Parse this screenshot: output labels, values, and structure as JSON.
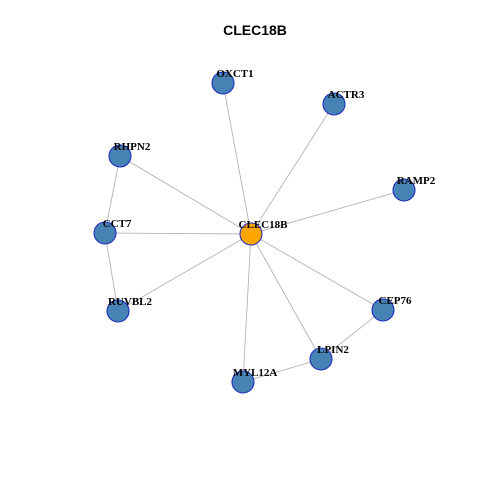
{
  "title": "CLEC18B",
  "colors": {
    "hub_fill": "#FFA500",
    "node_fill": "#4682B4",
    "node_stroke": "#1F2FBF",
    "edge": "#B4B4B4",
    "background": "#FFFFFF"
  },
  "nodes": [
    {
      "id": "CLEC18B",
      "label": "CLEC18B",
      "role": "hub"
    },
    {
      "id": "OXCT1",
      "label": "OXCT1",
      "role": "neighbor"
    },
    {
      "id": "ACTR3",
      "label": "ACTR3",
      "role": "neighbor"
    },
    {
      "id": "RAMP2",
      "label": "RAMP2",
      "role": "neighbor"
    },
    {
      "id": "CEP76",
      "label": "CEP76",
      "role": "neighbor"
    },
    {
      "id": "LPIN2",
      "label": "LPIN2",
      "role": "neighbor"
    },
    {
      "id": "MYL12A",
      "label": "MYL12A",
      "role": "neighbor"
    },
    {
      "id": "RUVBL2",
      "label": "RUVBL2",
      "role": "neighbor"
    },
    {
      "id": "CCT7",
      "label": "CCT7",
      "role": "neighbor"
    },
    {
      "id": "RHPN2",
      "label": "RHPN2",
      "role": "neighbor"
    }
  ],
  "edges": [
    [
      "CLEC18B",
      "OXCT1"
    ],
    [
      "CLEC18B",
      "ACTR3"
    ],
    [
      "CLEC18B",
      "RAMP2"
    ],
    [
      "CLEC18B",
      "CEP76"
    ],
    [
      "CLEC18B",
      "LPIN2"
    ],
    [
      "CLEC18B",
      "MYL12A"
    ],
    [
      "CLEC18B",
      "RUVBL2"
    ],
    [
      "CLEC18B",
      "CCT7"
    ],
    [
      "CLEC18B",
      "RHPN2"
    ],
    [
      "RHPN2",
      "CCT7"
    ],
    [
      "CCT7",
      "RUVBL2"
    ],
    [
      "CEP76",
      "LPIN2"
    ],
    [
      "LPIN2",
      "MYL12A"
    ]
  ]
}
